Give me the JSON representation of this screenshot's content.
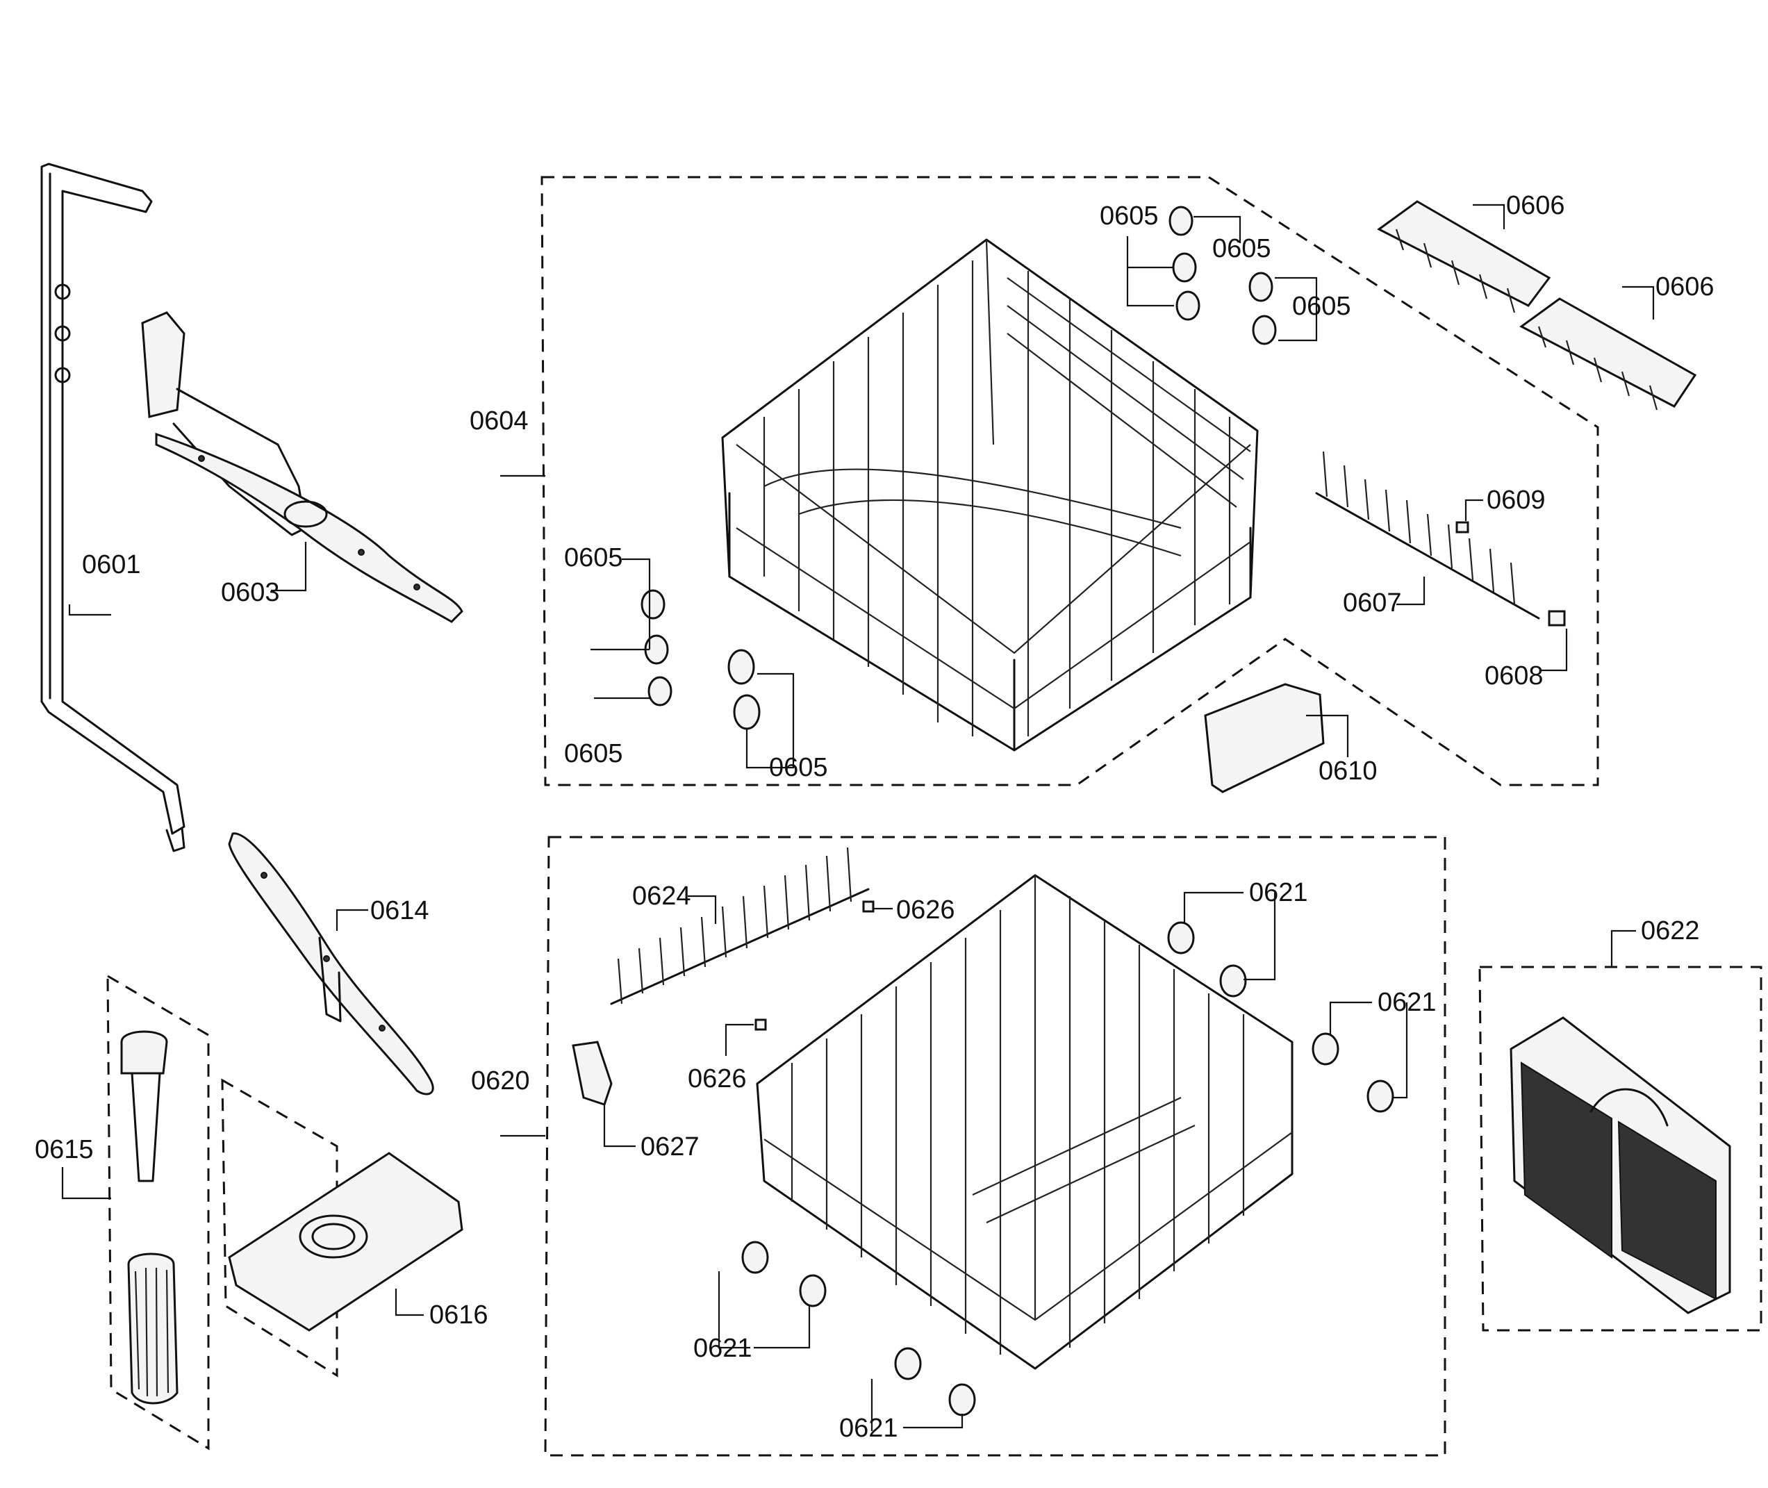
{
  "labels": {
    "l0601": "0601",
    "l0603": "0603",
    "l0604": "0604",
    "l0605a": "0605",
    "l0605b": "0605",
    "l0605c": "0605",
    "l0605d": "0605",
    "l0605e": "0605",
    "l0605f": "0605",
    "l0606a": "0606",
    "l0606b": "0606",
    "l0607": "0607",
    "l0608": "0608",
    "l0609": "0609",
    "l0610": "0610",
    "l0614": "0614",
    "l0615": "0615",
    "l0616": "0616",
    "l0620": "0620",
    "l0621a": "0621",
    "l0621b": "0621",
    "l0621c": "0621",
    "l0621d": "0621",
    "l0622": "0622",
    "l0624": "0624",
    "l0626a": "0626",
    "l0626b": "0626",
    "l0627": "0627"
  }
}
